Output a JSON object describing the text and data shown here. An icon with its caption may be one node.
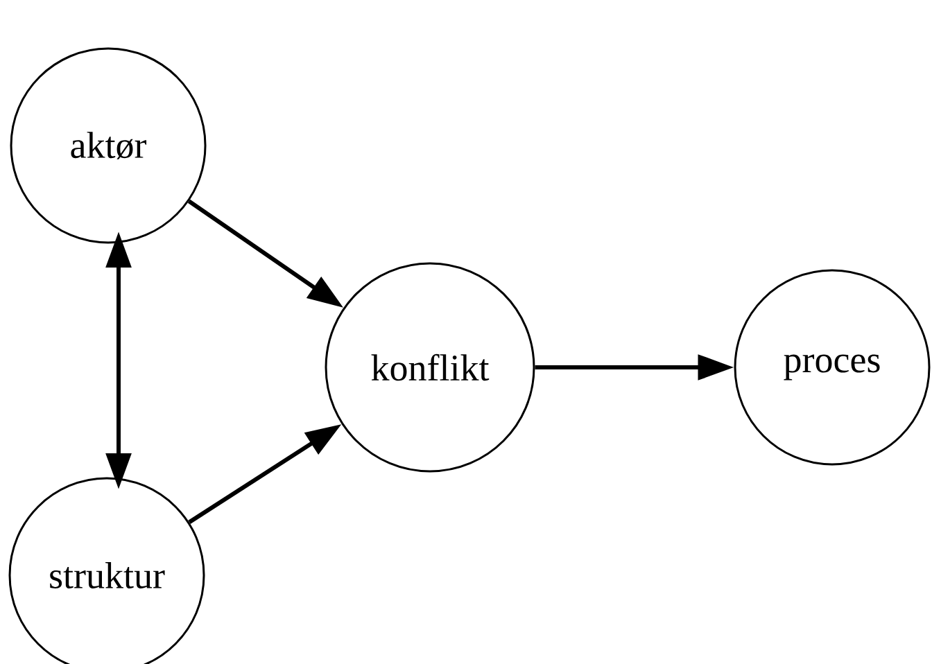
{
  "diagram": {
    "nodes": [
      {
        "text": [
          "aktør"
        ]
      },
      {
        "text": [
          "struktur"
        ]
      },
      {
        "text": [
          "konflikt"
        ]
      },
      {
        "text": [
          "proces"
        ]
      }
    ],
    "edges": [
      {
        "from": 0,
        "to": 1,
        "arrow": "both"
      },
      {
        "from": 0,
        "to": 2,
        "arrow": "to"
      },
      {
        "from": 1,
        "to": 2,
        "arrow": "to"
      },
      {
        "from": 2,
        "to": 3,
        "arrow": "to"
      }
    ]
  }
}
